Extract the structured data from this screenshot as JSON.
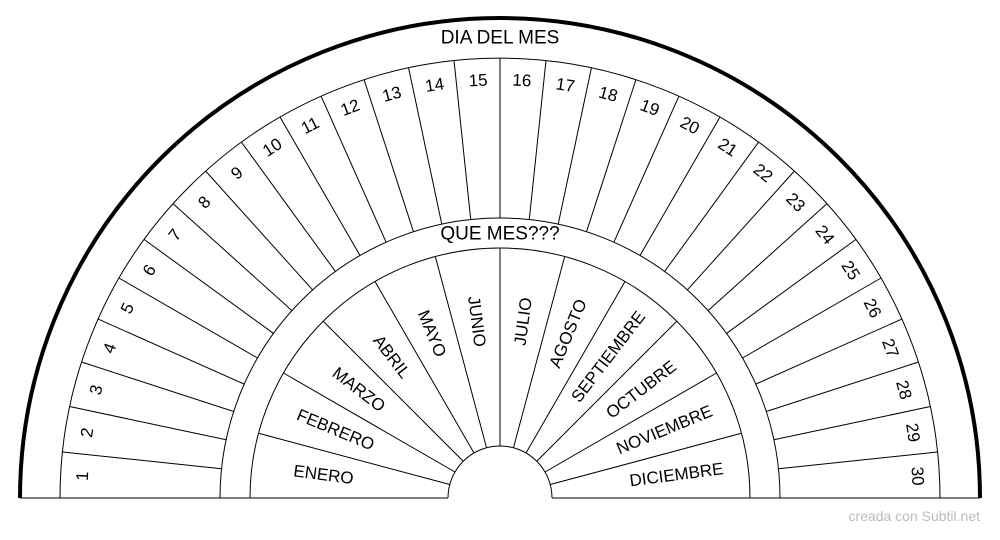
{
  "outer_title": "DIA DEL MES",
  "inner_title": "QUE MES???",
  "days": [
    "1",
    "2",
    "3",
    "4",
    "5",
    "6",
    "7",
    "8",
    "9",
    "10",
    "11",
    "12",
    "13",
    "14",
    "15",
    "16",
    "17",
    "18",
    "19",
    "20",
    "21",
    "22",
    "23",
    "24",
    "25",
    "26",
    "27",
    "28",
    "29",
    "30"
  ],
  "months": [
    "ENERO",
    "FEBRERO",
    "MARZO",
    "ABRIL",
    "MAYO",
    "JUNIO",
    "JULIO",
    "AGOSTO",
    "SEPTIEMBRE",
    "OCTUBRE",
    "NOVIEMBRE",
    "DICIEMBRE"
  ],
  "credit": "creada con Subtil.net",
  "colors": {
    "line": "#000000",
    "background": "#ffffff",
    "credit": "#bbbbbb"
  }
}
